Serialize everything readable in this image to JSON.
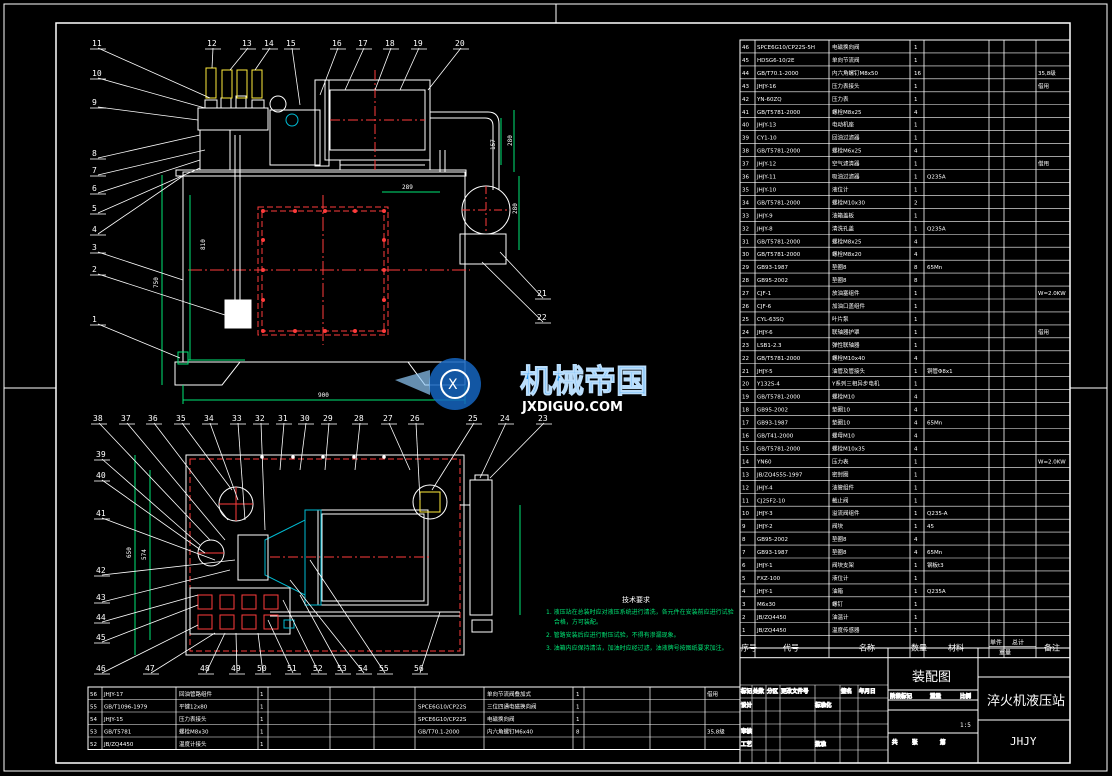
{
  "drawing": {
    "title": "装配图",
    "name": "淬火机液压站",
    "code": "JHJY",
    "scale": "1:5"
  },
  "watermark": {
    "text_cn": "机械帝国",
    "text_en": "JXDIGUO.COM"
  },
  "balloons_top": [
    "1",
    "2",
    "3",
    "4",
    "5",
    "6",
    "7",
    "8",
    "9",
    "10",
    "11",
    "12",
    "13",
    "14",
    "15",
    "16",
    "17",
    "18",
    "19",
    "20",
    "21",
    "22"
  ],
  "balloons_bottom": [
    "23",
    "24",
    "25",
    "26",
    "27",
    "28",
    "29",
    "30",
    "31",
    "32",
    "33",
    "34",
    "35",
    "36",
    "37",
    "38",
    "39",
    "40",
    "41",
    "42",
    "43",
    "44",
    "45",
    "46",
    "47",
    "48",
    "49",
    "50",
    "51",
    "52",
    "53",
    "54",
    "55",
    "56"
  ],
  "dimensions": {
    "d1": "289",
    "d2": "157",
    "d3": "280",
    "d4": "280",
    "d5": "810",
    "d6": "750",
    "d7": "900",
    "d8": "650",
    "d9": "574"
  },
  "tech_notes": {
    "title": "技术要求",
    "lines": [
      "1. 液压站在总装时应对液压系统进行清洗，各元件在安装前应进行试验",
      "　 合格，方可装配。",
      "2. 管路安装后应进行耐压试验，不得有渗漏现象。",
      "3. 油箱内应保持清洁，加油时应经过滤，油液牌号按图纸要求加注。"
    ]
  },
  "bom_rows": [
    [
      "46",
      "SPCE6G10/CP22S-5H",
      "电磁换向阀",
      "1",
      "",
      "",
      ""
    ],
    [
      "45",
      "HDSG6-10/2E",
      "单向节流阀",
      "1",
      "",
      "",
      ""
    ],
    [
      "44",
      "GB/T70.1-2000",
      "内六角螺钉M8x50",
      "16",
      "",
      "",
      "35,8级"
    ],
    [
      "43",
      "JHJY-16",
      "压力表接头",
      "1",
      "",
      "",
      "借用"
    ],
    [
      "42",
      "YN-60ZQ",
      "压力表",
      "1",
      "",
      "",
      ""
    ],
    [
      "41",
      "GB/T5781-2000",
      "螺栓M8x25",
      "4",
      "",
      "",
      ""
    ],
    [
      "40",
      "JHJY-13",
      "电动机座",
      "1",
      "",
      "",
      ""
    ],
    [
      "39",
      "CY1-10",
      "回油过滤器",
      "1",
      "",
      "",
      ""
    ],
    [
      "38",
      "GB/T5781-2000",
      "螺栓M6x25",
      "4",
      "",
      "",
      ""
    ],
    [
      "37",
      "JHJY-12",
      "空气滤清器",
      "1",
      "",
      "",
      "借用"
    ],
    [
      "36",
      "JHJY-11",
      "吸油过滤器",
      "1",
      "",
      "Q235A",
      ""
    ],
    [
      "35",
      "JHJY-10",
      "液位计",
      "1",
      "",
      "",
      ""
    ],
    [
      "34",
      "GB/T5781-2000",
      "螺栓M10x30",
      "2",
      "",
      "",
      ""
    ],
    [
      "33",
      "JHJY-9",
      "油箱盖板",
      "1",
      "",
      "",
      ""
    ],
    [
      "32",
      "JHJY-8",
      "清洗孔盖",
      "1",
      "",
      "Q235A",
      ""
    ],
    [
      "31",
      "GB/T5781-2000",
      "螺栓M8x25",
      "4",
      "",
      "",
      ""
    ],
    [
      "30",
      "GB/T5781-2000",
      "螺栓M8x20",
      "4",
      "",
      "",
      ""
    ],
    [
      "29",
      "GB93-1987",
      "垫圈8",
      "8",
      "",
      "65Mn",
      ""
    ],
    [
      "28",
      "GB95-2002",
      "垫圈8",
      "8",
      "",
      "",
      ""
    ],
    [
      "27",
      "CJF-1",
      "放油塞组件",
      "1",
      "",
      "",
      "W=2.0KW"
    ],
    [
      "26",
      "CJF-6",
      "加油口盖组件",
      "1",
      "",
      "",
      ""
    ],
    [
      "25",
      "CYL-63SQ",
      "叶片泵",
      "1",
      "",
      "",
      ""
    ],
    [
      "24",
      "JHJY-6",
      "联轴器护罩",
      "1",
      "",
      "",
      "借用"
    ],
    [
      "23",
      "LSB1-2.3",
      "弹性联轴器",
      "1",
      "",
      "",
      ""
    ],
    [
      "22",
      "GB/T5781-2000",
      "螺栓M10x40",
      "4",
      "",
      "",
      ""
    ],
    [
      "21",
      "JHJY-5",
      "油管及管接头",
      "1",
      "",
      "铜管Φ8x1",
      ""
    ],
    [
      "20",
      "Y132S-4",
      "Y系列三相异步电机",
      "1",
      "",
      "",
      ""
    ],
    [
      "19",
      "GB/T5781-2000",
      "螺栓M10",
      "4",
      "",
      "",
      ""
    ],
    [
      "18",
      "GB95-2002",
      "垫圈10",
      "4",
      "",
      "",
      ""
    ],
    [
      "17",
      "GB93-1987",
      "垫圈10",
      "4",
      "",
      "65Mn",
      ""
    ],
    [
      "16",
      "GB/T41-2000",
      "螺母M10",
      "4",
      "",
      "",
      ""
    ],
    [
      "15",
      "GB/T5781-2000",
      "螺栓M10x35",
      "4",
      "",
      "",
      ""
    ],
    [
      "14",
      "YN60",
      "压力表",
      "1",
      "",
      "",
      "W=2.0KW"
    ],
    [
      "13",
      "JB/ZQ4555-1997",
      "密封圈",
      "1",
      "",
      "",
      ""
    ],
    [
      "12",
      "JHJY-4",
      "油管组件",
      "1",
      "",
      "",
      ""
    ],
    [
      "11",
      "CJ25F2-10",
      "截止阀",
      "1",
      "",
      "",
      ""
    ],
    [
      "10",
      "JHJY-3",
      "溢流阀组件",
      "1",
      "",
      "Q235-A",
      ""
    ],
    [
      "9",
      "JHJY-2",
      "阀块",
      "1",
      "",
      "45",
      ""
    ],
    [
      "8",
      "GB95-2002",
      "垫圈8",
      "4",
      "",
      "",
      ""
    ],
    [
      "7",
      "GB93-1987",
      "垫圈8",
      "4",
      "",
      "65Mn",
      ""
    ],
    [
      "6",
      "JHJY-1",
      "阀块支架",
      "1",
      "",
      "钢板t3",
      ""
    ],
    [
      "5",
      "FXZ-100",
      "液位计",
      "1",
      "",
      "",
      ""
    ],
    [
      "4",
      "JHJY-1",
      "油箱",
      "1",
      "",
      "Q235A",
      ""
    ],
    [
      "3",
      "M6x30",
      "螺钉",
      "1",
      "",
      "",
      ""
    ],
    [
      "2",
      "JB/ZQ4450",
      "油温计",
      "1",
      "",
      "",
      ""
    ],
    [
      "1",
      "JB/ZQ4450",
      "温度传感器",
      "1",
      "",
      "",
      ""
    ]
  ],
  "bom_header": {
    "seq": "序号",
    "code": "代号",
    "name": "名称",
    "qty": "数量",
    "material": "材料",
    "unit_wt": "单件",
    "total_wt": "总计",
    "weight": "重量",
    "remark": "备注"
  },
  "bom_bottom_rows": [
    [
      "56",
      "JHJY-17",
      "回油管路组件",
      "1",
      "",
      "",
      "",
      ""
    ],
    [
      "55",
      "GB/T1096-1979",
      "平键12x80",
      "1",
      "",
      "",
      ""
    ],
    [
      "54",
      "JHJY-15",
      "压力表接头",
      "1",
      "",
      "",
      ""
    ],
    [
      "53",
      "GB/T5781",
      "螺栓M8x30",
      "1",
      "",
      "",
      ""
    ],
    [
      "52",
      "JB/ZQ4450",
      "温度计接头",
      "1",
      "",
      "",
      ""
    ]
  ],
  "bom_bottom_rows2": [
    [
      "",
      "",
      "单向节流阀叠加式",
      "1",
      "",
      "借用"
    ],
    [
      "",
      "SPCE6G10/CP22S",
      "三位四通电磁换向阀",
      "1",
      "",
      ""
    ],
    [
      "",
      "SPCE6G10/CP22S",
      "电磁换向阀",
      "1",
      "",
      ""
    ],
    [
      "",
      "GB/T70.1-2000",
      "内六角螺钉M6x40",
      "8",
      "",
      "35,8级"
    ]
  ],
  "title_block": {
    "mark": "标记",
    "count": "处数",
    "zone": "分区",
    "change_doc": "更改文件号",
    "sign": "签名",
    "date": "年月日",
    "design": "设计",
    "standard": "标准化",
    "stage": "阶段标记",
    "weight": "重量",
    "ratio": "比例",
    "check": "审核",
    "process": "工艺",
    "approve": "批准",
    "total": "共",
    "sheet": "张",
    "page": "第"
  }
}
